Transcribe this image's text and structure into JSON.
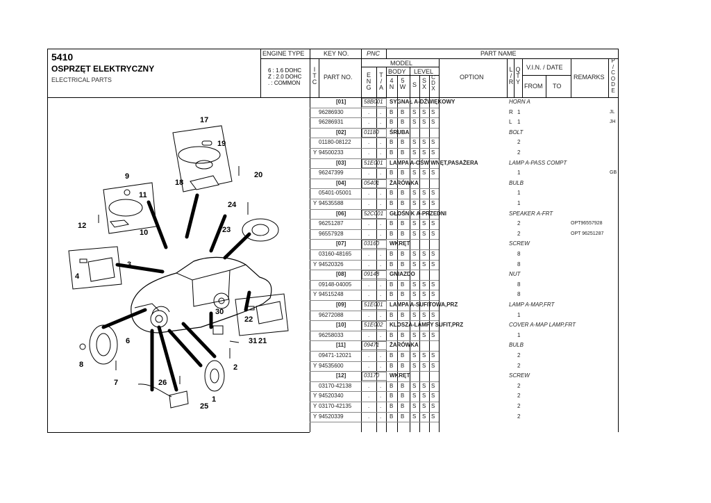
{
  "title": {
    "code": "5410",
    "pl": "OSPRZĘT ELEKTRYCZNY",
    "en": "ELECTRICAL PARTS"
  },
  "engine": {
    "header": "ENGINE TYPE",
    "lines": [
      "6 : 1.6 DOHC",
      "Z : 2.0 DOHC",
      ". : COMMON"
    ]
  },
  "headers": {
    "key_no": "KEY NO.",
    "pnc": "PNC",
    "part_name": "PART NAME",
    "itc": "I\nT\nC",
    "part_no": "PART NO.",
    "model": "MODEL",
    "body": "BODY",
    "level": "LEVEL",
    "eng": "E\nN\nG",
    "ta": "T\n/\nA",
    "b4n": "4\nN",
    "b5w": "5\nW",
    "s": "S",
    "sx": "S\nX",
    "cdx": "C\nD\nX",
    "option": "OPTION",
    "lr": "L\n/\nR",
    "qty": "Q\nT\nY",
    "vin": "V.I.N. / DATE",
    "from": "FROM",
    "to": "TO",
    "remarks": "REMARKS",
    "pcode": "P\n/\nC\nO\nD\nE"
  },
  "rows": [
    {
      "type": "group",
      "key": "[01]",
      "pnc": "58B001",
      "pl": "SYGNAŁ A-DŹWIĘKOWY",
      "en": "HORN A"
    },
    {
      "type": "part",
      "itc": "",
      "part": "96286930",
      "eng": ".",
      "ta": ".",
      "b4": "B",
      "b5": "B",
      "s": "S",
      "sx": "S",
      "cdx": "S",
      "lr": "R",
      "qty": "1",
      "remarks": "",
      "pcode": "JL"
    },
    {
      "type": "part",
      "itc": "",
      "part": "96286931",
      "eng": ".",
      "ta": ".",
      "b4": "B",
      "b5": "B",
      "s": "S",
      "sx": "S",
      "cdx": "S",
      "lr": "L",
      "qty": "1",
      "remarks": "",
      "pcode": "JH"
    },
    {
      "type": "group",
      "key": "[02]",
      "pnc": "01180",
      "pl": "ŚRUBA",
      "en": "BOLT"
    },
    {
      "type": "part",
      "itc": "",
      "part": "01180-08122",
      "eng": ".",
      "ta": ".",
      "b4": "B",
      "b5": "B",
      "s": "S",
      "sx": "S",
      "cdx": "S",
      "lr": "",
      "qty": "2",
      "remarks": "",
      "pcode": ""
    },
    {
      "type": "part",
      "itc": "Y",
      "part": "94500233",
      "eng": ".",
      "ta": ".",
      "b4": "B",
      "b5": "B",
      "s": "S",
      "sx": "S",
      "cdx": "S",
      "lr": "",
      "qty": "2",
      "remarks": "",
      "pcode": ""
    },
    {
      "type": "group",
      "key": "[03]",
      "pnc": "51E001",
      "pl": "LAMPA A-OŚW WNĘT,PASAŻERA",
      "en": "LAMP A-PASS COMPT"
    },
    {
      "type": "part",
      "itc": "",
      "part": "96247399",
      "eng": ".",
      "ta": ".",
      "b4": "B",
      "b5": "B",
      "s": "S",
      "sx": "S",
      "cdx": "S",
      "lr": "",
      "qty": "1",
      "remarks": "",
      "pcode": "GB"
    },
    {
      "type": "group",
      "key": "[04]",
      "pnc": "05401",
      "pl": "ŻARÓWKA",
      "en": "BULB"
    },
    {
      "type": "part",
      "itc": "",
      "part": "05401-05001",
      "eng": ".",
      "ta": ".",
      "b4": "B",
      "b5": "B",
      "s": "S",
      "sx": "S",
      "cdx": "S",
      "lr": "",
      "qty": "1",
      "remarks": "",
      "pcode": ""
    },
    {
      "type": "part",
      "itc": "Y",
      "part": "94535588",
      "eng": ".",
      "ta": ".",
      "b4": "B",
      "b5": "B",
      "s": "S",
      "sx": "S",
      "cdx": "S",
      "lr": "",
      "qty": "1",
      "remarks": "",
      "pcode": ""
    },
    {
      "type": "group",
      "key": "[06]",
      "pnc": "52C001",
      "pl": "GŁOŚNIK A-PRZEDNI",
      "en": "SPEAKER A-FRT"
    },
    {
      "type": "part",
      "itc": "",
      "part": "96251287",
      "eng": ".",
      "ta": ".",
      "b4": "B",
      "b5": "B",
      "s": "S",
      "sx": "S",
      "cdx": "S",
      "lr": "",
      "qty": "2",
      "remarks": "OPT96557928",
      "pcode": ""
    },
    {
      "type": "part",
      "itc": "",
      "part": "96557928",
      "eng": ".",
      "ta": ".",
      "b4": "B",
      "b5": "B",
      "s": "S",
      "sx": "S",
      "cdx": "S",
      "lr": "",
      "qty": "2",
      "remarks": "OPT 96251287",
      "pcode": ""
    },
    {
      "type": "group",
      "key": "[07]",
      "pnc": "03160",
      "pl": "WKRĘT",
      "en": "SCREW"
    },
    {
      "type": "part",
      "itc": "",
      "part": "03160-48165",
      "eng": ".",
      "ta": ".",
      "b4": "B",
      "b5": "B",
      "s": "S",
      "sx": "S",
      "cdx": "S",
      "lr": "",
      "qty": "8",
      "remarks": "",
      "pcode": ""
    },
    {
      "type": "part",
      "itc": "Y",
      "part": "94520326",
      "eng": ".",
      "ta": ".",
      "b4": "B",
      "b5": "B",
      "s": "S",
      "sx": "S",
      "cdx": "S",
      "lr": "",
      "qty": "8",
      "remarks": "",
      "pcode": ""
    },
    {
      "type": "group",
      "key": "[08]",
      "pnc": "09148",
      "pl": "GNIAZDO",
      "en": "NUT"
    },
    {
      "type": "part",
      "itc": "",
      "part": "09148-04005",
      "eng": ".",
      "ta": ".",
      "b4": "B",
      "b5": "B",
      "s": "S",
      "sx": "S",
      "cdx": "S",
      "lr": "",
      "qty": "8",
      "remarks": "",
      "pcode": ""
    },
    {
      "type": "part",
      "itc": "Y",
      "part": "94515248",
      "eng": ".",
      "ta": ".",
      "b4": "B",
      "b5": "B",
      "s": "S",
      "sx": "S",
      "cdx": "S",
      "lr": "",
      "qty": "8",
      "remarks": "",
      "pcode": ""
    },
    {
      "type": "group",
      "key": "[09]",
      "pnc": "51E001",
      "pl": "LAMPA A-SUFITOWA,PRZ",
      "en": "LAMP A-MAP,FRT"
    },
    {
      "type": "part",
      "itc": "",
      "part": "96272088",
      "eng": ".",
      "ta": ".",
      "b4": "B",
      "b5": "B",
      "s": "S",
      "sx": "S",
      "cdx": "S",
      "lr": "",
      "qty": "1",
      "remarks": "",
      "pcode": ""
    },
    {
      "type": "group",
      "key": "[10]",
      "pnc": "51E002",
      "pl": "KLOSZA-LAMPY SUFIT,PRZ",
      "en": "COVER A-MAP LAMP,FRT"
    },
    {
      "type": "part",
      "itc": "",
      "part": "96258033",
      "eng": ".",
      "ta": ".",
      "b4": "B",
      "b5": "B",
      "s": "S",
      "sx": "S",
      "cdx": "S",
      "lr": "",
      "qty": "1",
      "remarks": "",
      "pcode": ""
    },
    {
      "type": "group",
      "key": "[11]",
      "pnc": "09471",
      "pl": "ŻARÓWKA",
      "en": "BULB"
    },
    {
      "type": "part",
      "itc": "",
      "part": "09471-12021",
      "eng": ".",
      "ta": ".",
      "b4": "B",
      "b5": "B",
      "s": "S",
      "sx": "S",
      "cdx": "S",
      "lr": "",
      "qty": "2",
      "remarks": "",
      "pcode": ""
    },
    {
      "type": "part",
      "itc": "Y",
      "part": "94535600",
      "eng": ".",
      "ta": ".",
      "b4": "B",
      "b5": "B",
      "s": "S",
      "sx": "S",
      "cdx": "S",
      "lr": "",
      "qty": "2",
      "remarks": "",
      "pcode": ""
    },
    {
      "type": "group",
      "key": "[12]",
      "pnc": "03170",
      "pl": "WKRĘT",
      "en": "SCREW"
    },
    {
      "type": "part",
      "itc": "",
      "part": "03170-42138",
      "eng": ".",
      "ta": ".",
      "b4": "B",
      "b5": "B",
      "s": "S",
      "sx": "S",
      "cdx": "S",
      "lr": "",
      "qty": "2",
      "remarks": "",
      "pcode": ""
    },
    {
      "type": "part",
      "itc": "Y",
      "part": "94520340",
      "eng": ".",
      "ta": ".",
      "b4": "B",
      "b5": "B",
      "s": "S",
      "sx": "S",
      "cdx": "S",
      "lr": "",
      "qty": "2",
      "remarks": "",
      "pcode": ""
    },
    {
      "type": "part",
      "itc": "Y",
      "part": "03170-42135",
      "eng": ".",
      "ta": ".",
      "b4": "B",
      "b5": "B",
      "s": "S",
      "sx": "S",
      "cdx": "S",
      "lr": "",
      "qty": "2",
      "remarks": "",
      "pcode": ""
    },
    {
      "type": "part",
      "itc": "Y",
      "part": "94520339",
      "eng": ".",
      "ta": ".",
      "b4": "B",
      "b5": "B",
      "s": "S",
      "sx": "S",
      "cdx": "S",
      "lr": "",
      "qty": "2",
      "remarks": "",
      "pcode": ""
    }
  ],
  "diagram_callouts": [
    {
      "id": "c17",
      "label": "17"
    },
    {
      "id": "c19",
      "label": "19"
    },
    {
      "id": "c18",
      "label": "18"
    },
    {
      "id": "c20",
      "label": "20"
    },
    {
      "id": "c9",
      "label": "9"
    },
    {
      "id": "c11",
      "label": "11"
    },
    {
      "id": "c12",
      "label": "12"
    },
    {
      "id": "c10",
      "label": "10"
    },
    {
      "id": "c24",
      "label": "24"
    },
    {
      "id": "c23",
      "label": "23"
    },
    {
      "id": "c3",
      "label": "3"
    },
    {
      "id": "c4",
      "label": "4"
    },
    {
      "id": "c22",
      "label": "22"
    },
    {
      "id": "c21",
      "label": "21"
    },
    {
      "id": "c30",
      "label": "30"
    },
    {
      "id": "c31",
      "label": "31"
    },
    {
      "id": "c6",
      "label": "6"
    },
    {
      "id": "c8",
      "label": "8"
    },
    {
      "id": "c7",
      "label": "7"
    },
    {
      "id": "c26",
      "label": "26"
    },
    {
      "id": "c25",
      "label": "25"
    },
    {
      "id": "c1",
      "label": "1"
    },
    {
      "id": "c2",
      "label": "2"
    }
  ]
}
